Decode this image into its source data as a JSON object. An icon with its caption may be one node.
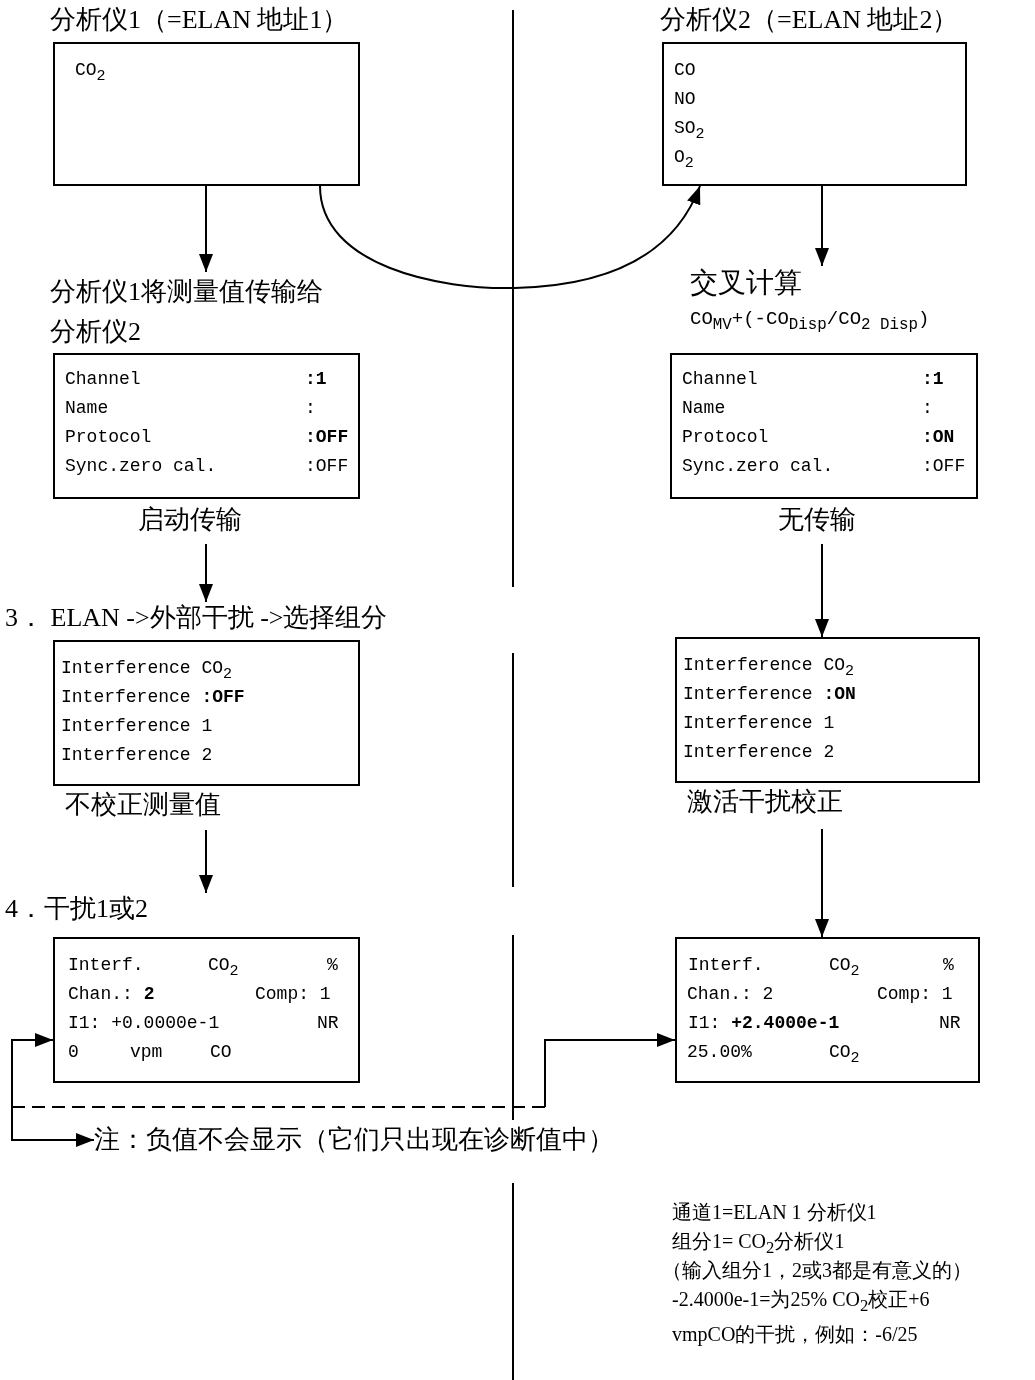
{
  "diagram": {
    "nodes": [
      {
        "text": [
          "分析仪1（=ELAN 地址1）",
          "CO$_{2}$"
        ]
      },
      {
        "text": [
          "分析仪2（=ELAN 地址2）",
          "CO",
          "NO",
          "SO$_{2}$",
          "O$_{2}$"
        ]
      },
      {
        "text": [
          "分析仪1将测量值传输给分析仪2",
          "Channel",
          ":1",
          "Name",
          ":",
          "Protocol",
          ":OFF",
          "Sync.zero cal.",
          ":OFF"
        ],
        "beside": [
          "启动传输"
        ]
      },
      {
        "text": [
          "交叉计算",
          "CO$_{MV}$+(-CO$_{Disp}$/CO$_{2 Disp}$)",
          "Channel",
          ":1",
          "Name",
          ":",
          "Protocol",
          ":ON",
          "Sync.zero cal.",
          ":OFF"
        ],
        "beside": [
          "无传输"
        ]
      },
      {
        "text": [
          "3． ELAN ->外部干扰 ->选择组分",
          "Interference CO$_{2}$",
          "Interference **:OFF**",
          "Interference 1",
          "Interference 2"
        ],
        "beside": [
          "不校正测量值"
        ]
      },
      {
        "text": [
          "Interference CO$_{2}$",
          "Interference **:ON**",
          "Interference 1",
          "Interference 2"
        ],
        "beside": [
          "激活干扰校正"
        ]
      },
      {
        "text": [
          "4．干扰1或2",
          "Interf.",
          "CO$_{2}$",
          "%",
          "Chan.: **2**",
          "Comp: 1",
          "I1: +0.0000e-1",
          "NR",
          "0",
          "vpm",
          "CO"
        ]
      },
      {
        "text": [
          "Interf.",
          "CO$_{2}$",
          "%",
          "Chan.: 2",
          "Comp: 1",
          "I1: **+2.4000e-1**",
          "NR",
          "25.00%",
          "CO$_{2}$"
        ]
      },
      {
        "text": [
          "注：负值不会显示（它们只出现在诊断值中）"
        ]
      }
    ],
    "edges": [
      {
        "from": 0,
        "to": 2,
        "arrow": "to"
      },
      {
        "from": 0,
        "to": 1,
        "arrow": "to"
      },
      {
        "from": 1,
        "to": 3,
        "arrow": "to"
      },
      {
        "from": 2,
        "to": 4,
        "arrow": "to"
      },
      {
        "from": 3,
        "to": 5,
        "arrow": "to"
      },
      {
        "from": 4,
        "to": 6,
        "arrow": "to"
      },
      {
        "from": 5,
        "to": 7,
        "arrow": "to"
      },
      {
        "from": null,
        "to": 6,
        "arrow": "to"
      },
      {
        "from": null,
        "to": 8,
        "arrow": "to"
      },
      {
        "from": null,
        "to": 7,
        "arrow": "to",
        "style": "dashed"
      }
    ],
    "labels": [
      "通道1=ELAN 1 分析仪1",
      "组分1= CO$_{2}$分析仪1",
      "（输入组分1，2或3都是有意义的）",
      "-2.4000e-1=为25% CO$_{2}$校正+6 vmpCO的干扰，例如：-6/25"
    ]
  }
}
